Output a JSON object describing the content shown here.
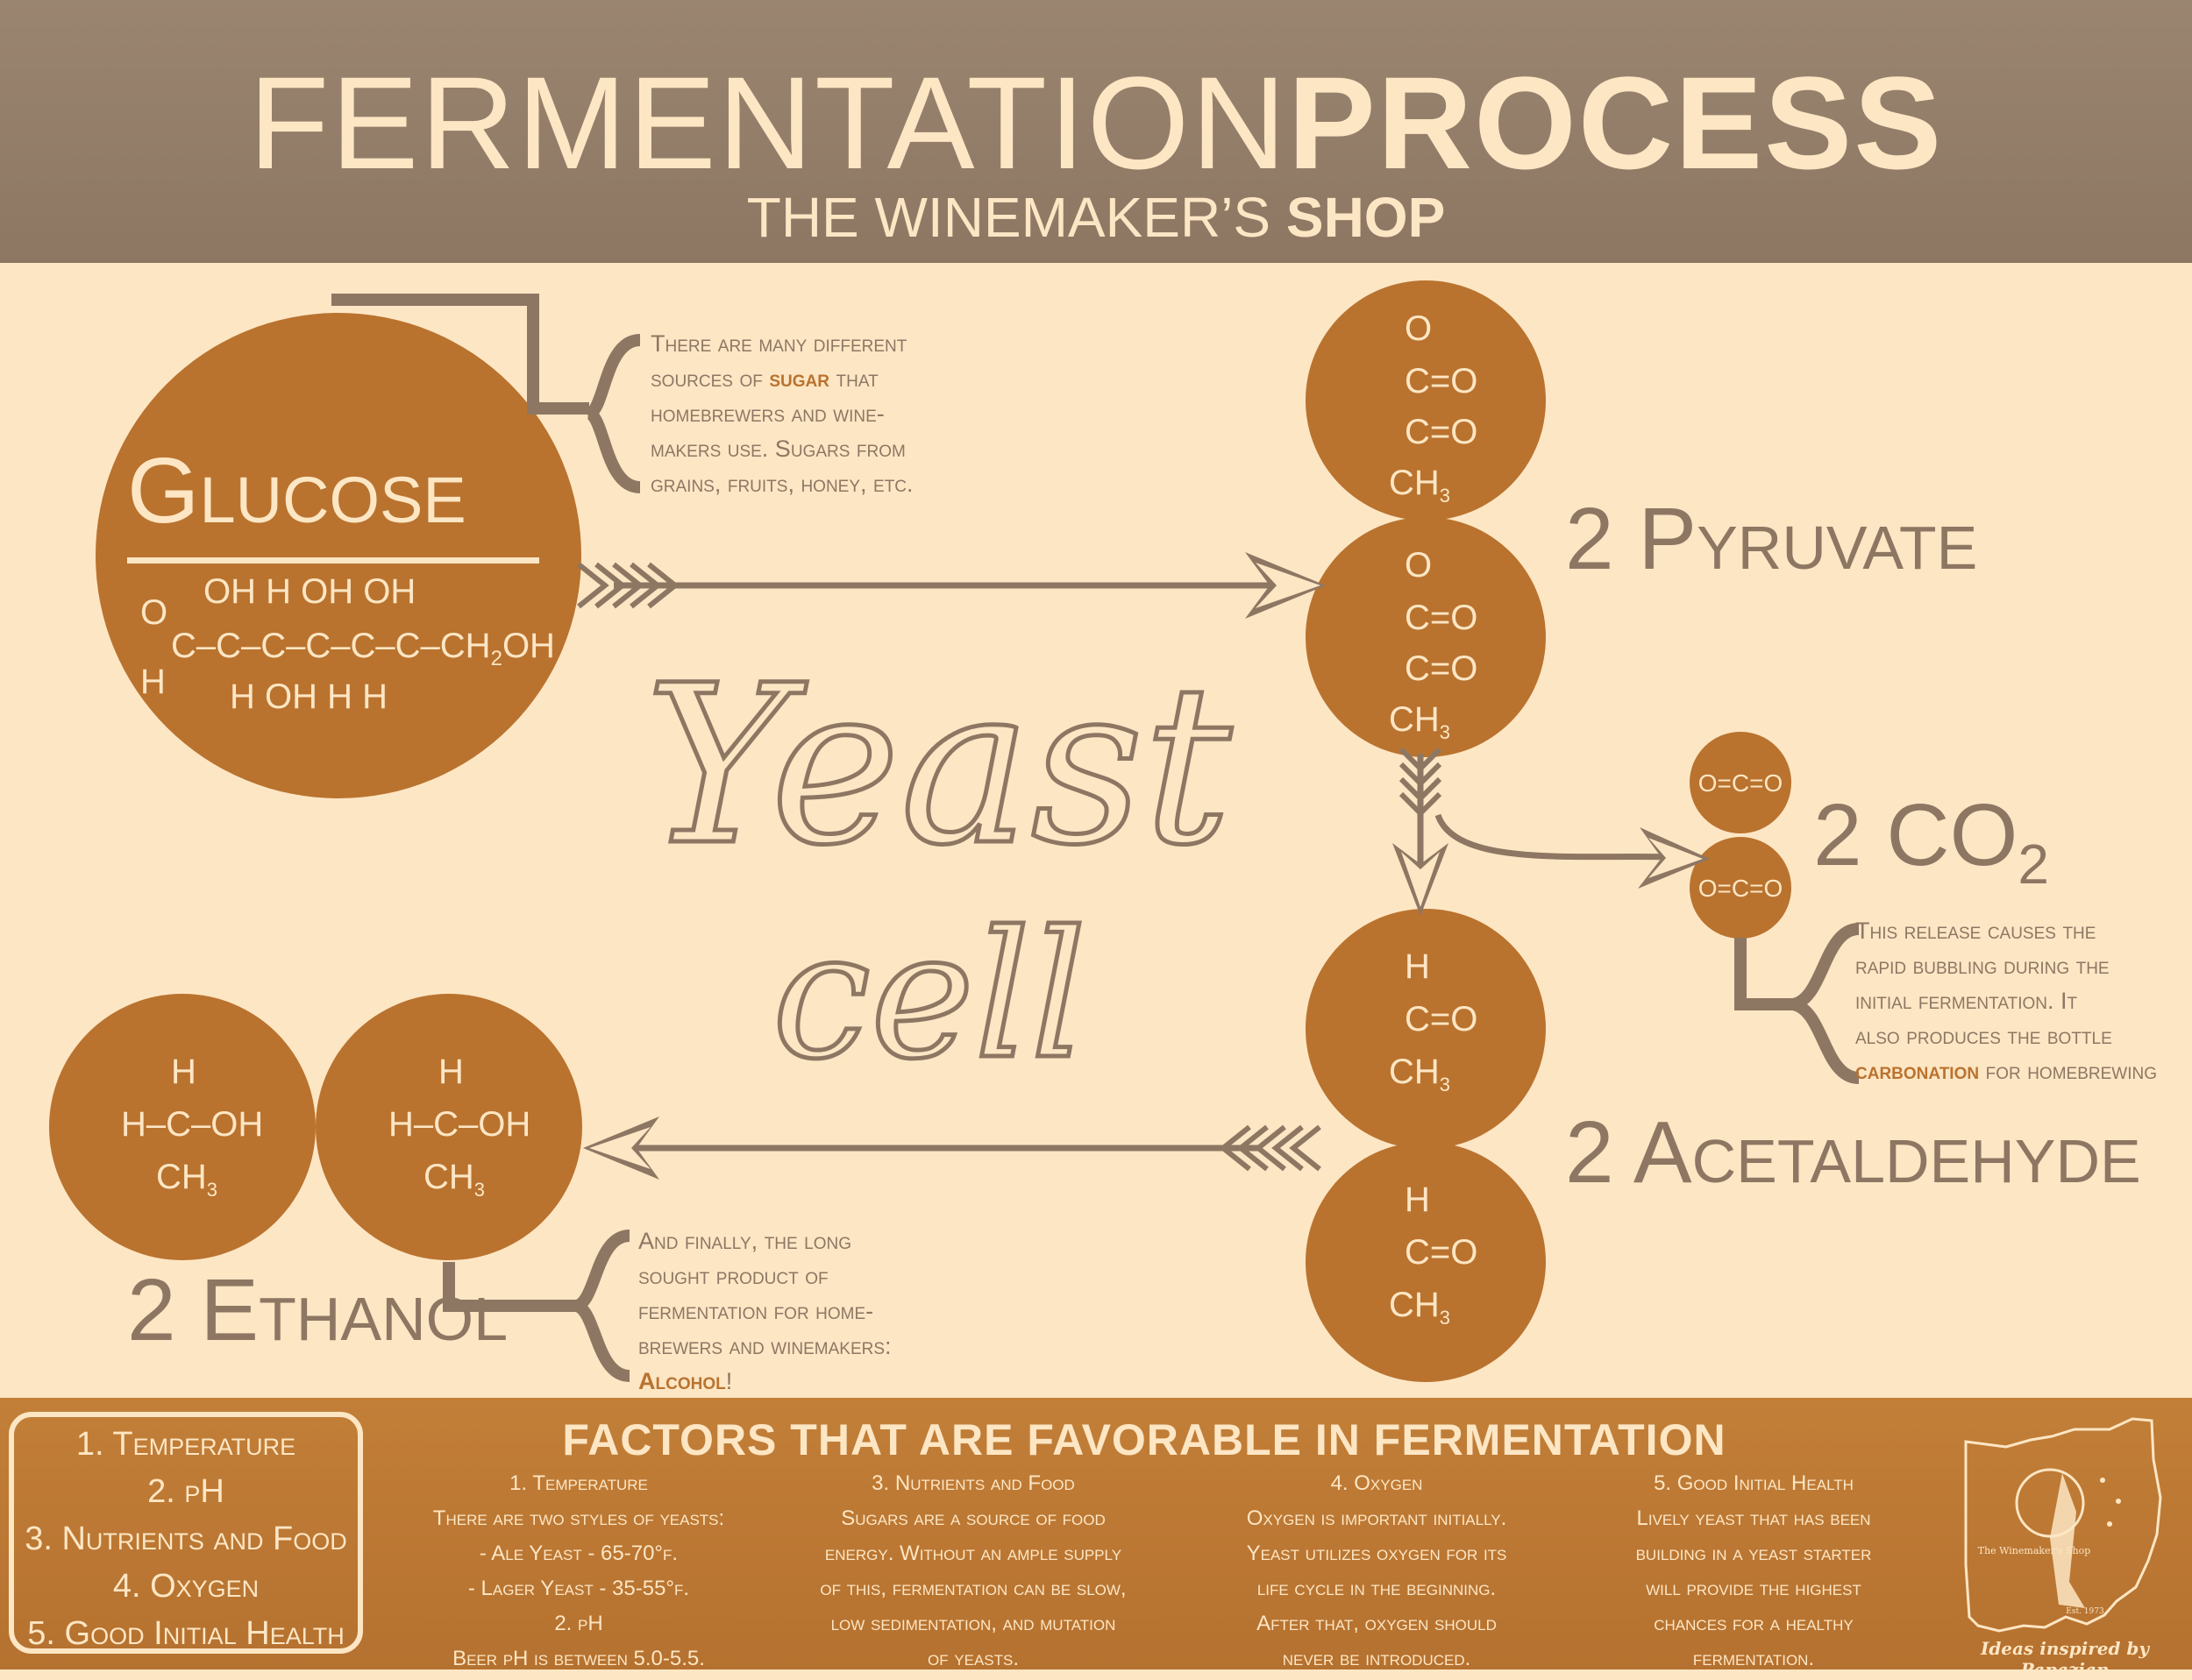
{
  "header": {
    "title_thin": "FERMENTATION",
    "title_bold": "PROCESS",
    "subtitle_thin": "THE WINEMAKER’S ",
    "subtitle_bold": "SHOP"
  },
  "yeast_label": {
    "line1": "Yeast",
    "line2": "cell"
  },
  "glucose": {
    "name": "Glucose",
    "row_oh_top": "OH  H  OH OH",
    "row_o": "O",
    "row_chain": "C–C–C–C–C–C–CH",
    "row_chain_sub": "2",
    "row_chain_end": "OH",
    "row_h": "H",
    "row_bottom": "H  OH  H   H",
    "callout": {
      "l1": "There are many different",
      "l2a": "sources of ",
      "l2_hl": "sugar",
      "l2b": " that",
      "l3": "homebrewers and wine-",
      "l4": "makers use. Sugars from",
      "l5": "grains, fruits, honey, etc."
    }
  },
  "pyruvate": {
    "label": "2 Pyruvate",
    "f1": "O",
    "f2": "C=O",
    "f3": "C=O",
    "f4": "CH",
    "f4_sub": "3"
  },
  "co2": {
    "label": "2 CO",
    "label_sub": "2",
    "formula": "O=C=O",
    "callout": {
      "l1": "This release causes the",
      "l2": "rapid bubbling during the",
      "l3": "initial fermentation. It",
      "l4": "also produces the bottle",
      "l5_hl": "carbonation",
      "l5b": " for homebrewing"
    }
  },
  "acetaldehyde": {
    "label": "2 Acetaldehyde",
    "f1": "H",
    "f2": "C=O",
    "f3": "CH",
    "f3_sub": "3"
  },
  "ethanol": {
    "label": "2 Ethanol",
    "f1": "H",
    "f2": "H–C–OH",
    "f3": "CH",
    "f3_sub": "3",
    "callout": {
      "l1": "And finally, the long",
      "l2": "sought product of",
      "l3": "fermentation for home-",
      "l4": "brewers and winemakers:",
      "l5_hl": "Alcohol",
      "l5b": "!"
    }
  },
  "footer": {
    "title": "FACTORS THAT ARE FAVORABLE IN FERMENTATION",
    "list": [
      "1. Temperature",
      "2. pH",
      "3. Nutrients and Food",
      "4. Oxygen",
      "5. Good Initial Health"
    ],
    "col1": [
      "1. Temperature",
      "There are two styles of yeasts:",
      "- Ale Yeast - 65-70°f.",
      "- Lager Yeast - 35-55°f.",
      "2. pH",
      "Beer pH is between 5.0-5.5."
    ],
    "col2": [
      "3. Nutrients and Food",
      "Sugars are a source of food",
      "energy. Without an ample supply",
      "of this, fermentation can be slow,",
      "low sedimentation, and mutation",
      "of yeasts."
    ],
    "col3": [
      "4. Oxygen",
      "Oxygen is important initially.",
      "Yeast utilizes oxygen for its",
      "life cycle in the beginning.",
      "After that, oxygen should",
      "never be introduced."
    ],
    "col4": [
      "5. Good Initial Health",
      "Lively yeast that has been",
      "building in a yeast starter",
      "will provide the highest",
      "chances for a healthy",
      "fermentation."
    ],
    "logo_text": "The Winemaker's Shop",
    "logo_est": "Est. 1973",
    "logo_caption": "Ideas inspired by Papazian"
  },
  "colors": {
    "header": "#8d7763",
    "background": "#fde6c4",
    "accent": "#b9732f",
    "text_brown": "#8d7763"
  }
}
